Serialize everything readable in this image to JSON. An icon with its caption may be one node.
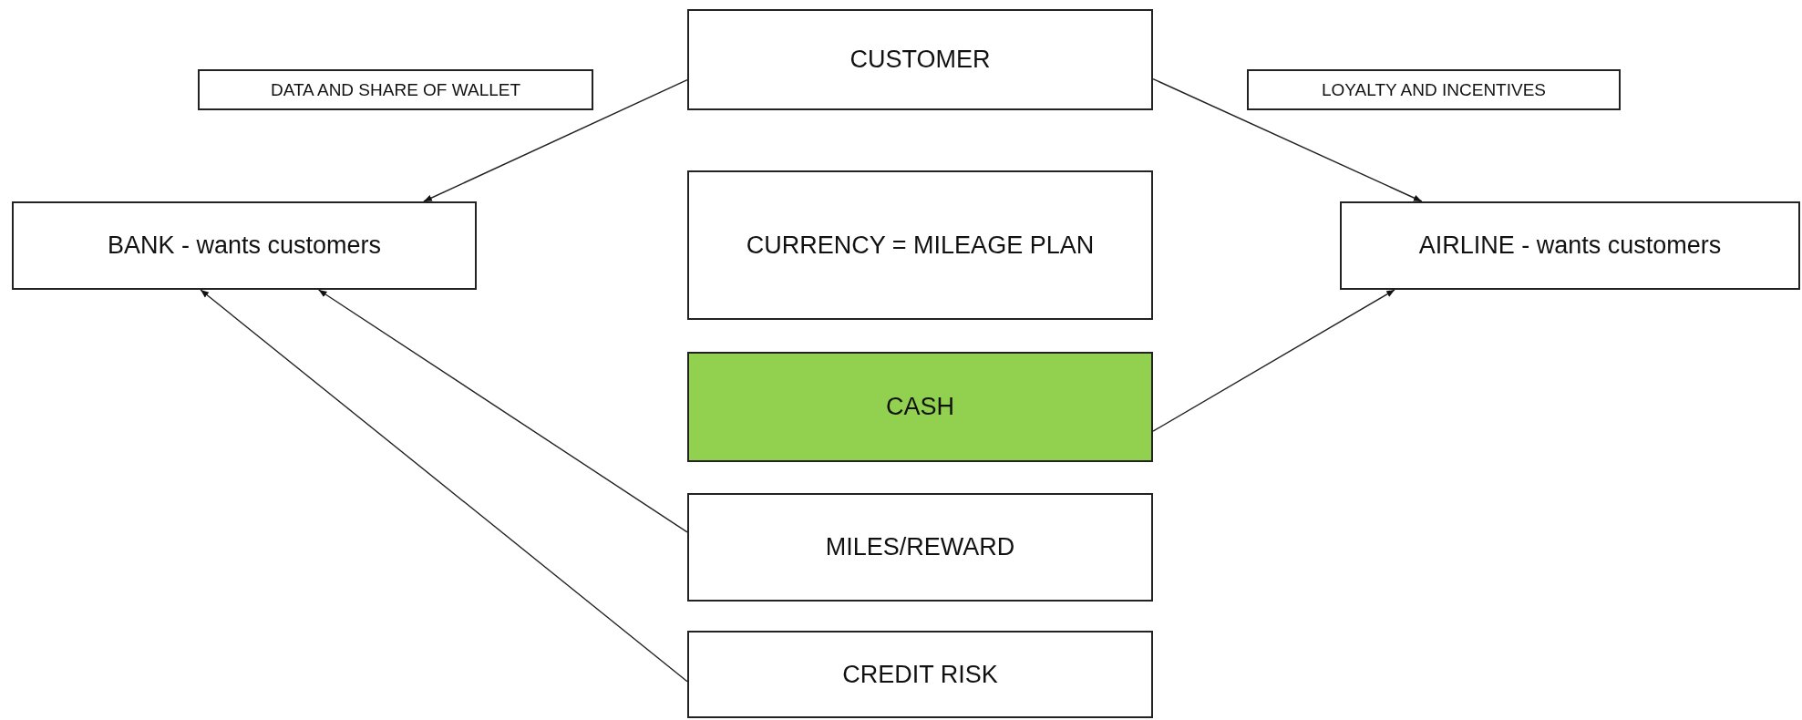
{
  "diagram": {
    "nodes": [
      {
        "text": [
          "CUSTOMER"
        ]
      },
      {
        "text": [
          "DATA AND SHARE OF WALLET"
        ]
      },
      {
        "text": [
          "LOYALTY AND INCENTIVES"
        ]
      },
      {
        "text": [
          "BANK - wants customers"
        ]
      },
      {
        "text": [
          "CURRENCY = MILEAGE PLAN"
        ]
      },
      {
        "text": [
          "AIRLINE - wants customers"
        ]
      },
      {
        "text": [
          "CASH"
        ]
      },
      {
        "text": [
          "MILES/REWARD"
        ]
      },
      {
        "text": [
          "CREDIT RISK"
        ]
      }
    ],
    "edges": [
      {
        "from": 0,
        "to": 3,
        "arrow": "to"
      },
      {
        "from": 0,
        "to": 5,
        "arrow": "to"
      },
      {
        "from": 6,
        "to": 5,
        "arrow": "to"
      },
      {
        "from": 7,
        "to": 3,
        "arrow": "to"
      },
      {
        "from": 8,
        "to": 3,
        "arrow": "to"
      }
    ]
  }
}
